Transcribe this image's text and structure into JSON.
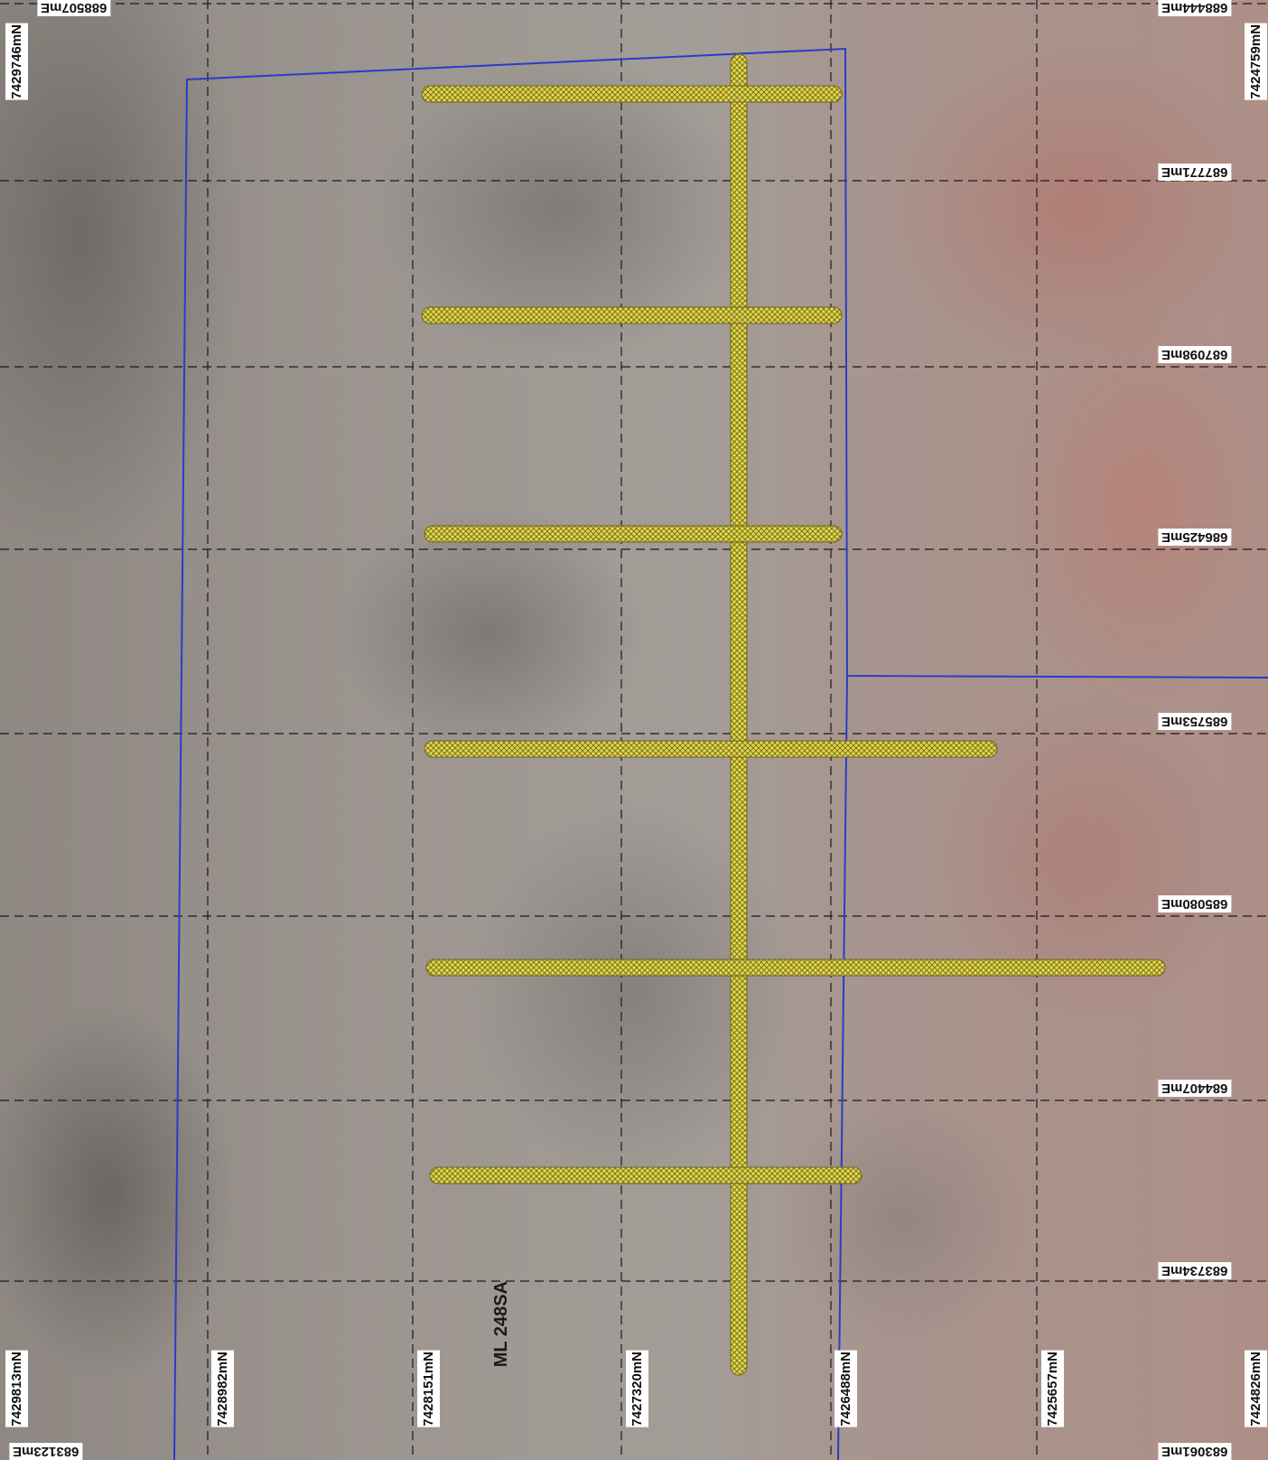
{
  "map": {
    "tenement_label": "ML 248SA",
    "northing_labels_bottom": [
      "7429813mN",
      "7428982mN",
      "7428151mN",
      "7427320mN",
      "7426488mN",
      "7425657mN",
      "7424826mN"
    ],
    "northing_labels_top": [
      "7429746mN",
      "7424759mN"
    ],
    "easting_labels_right": [
      "688444mE",
      "687771mE",
      "687098mE",
      "686425mE",
      "685753mE",
      "685080mE",
      "684407mE",
      "683734mE",
      "683061mE"
    ],
    "easting_labels_left": [
      "688507mE",
      "683123mE"
    ],
    "colors": {
      "boundary": "#2a3cc8",
      "traverse_fill": "#e6dc4a",
      "traverse_outline": "#8a7c20",
      "grid": "#1a1a1a"
    }
  }
}
